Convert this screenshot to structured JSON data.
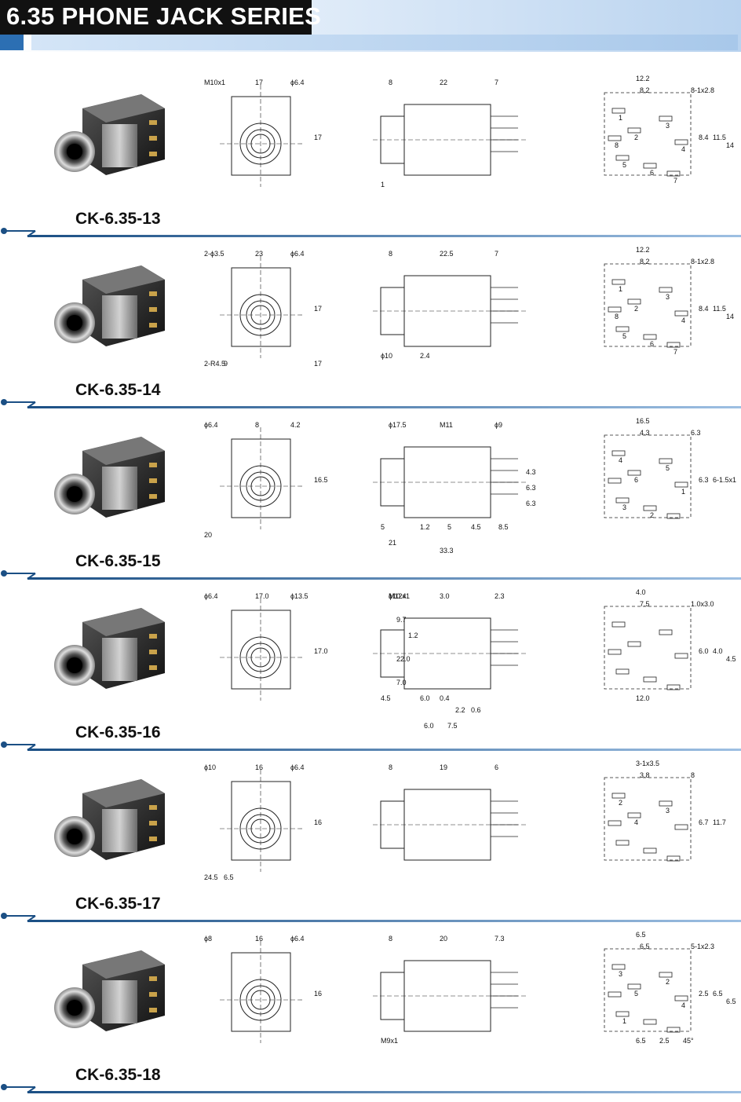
{
  "header": {
    "title": "6.35 PHONE JACK SERIES"
  },
  "sections": [
    {
      "model": "CK-6.35-13",
      "front": [
        "M10x1",
        "17",
        "ϕ6.4",
        "17"
      ],
      "side": [
        "8",
        "22",
        "7",
        "1"
      ],
      "pcb": [
        "12.2",
        "8.2",
        "8-1x2.8",
        "8.4",
        "11.5",
        "14"
      ],
      "pcb_pins": [
        "1",
        "2",
        "3",
        "4",
        "5",
        "6",
        "7",
        "8"
      ]
    },
    {
      "model": "CK-6.35-14",
      "front": [
        "2-ϕ3.5",
        "23",
        "ϕ6.4",
        "17",
        "2-R4.5",
        "9",
        "17"
      ],
      "side": [
        "8",
        "22.5",
        "7",
        "ϕ10",
        "2.4"
      ],
      "pcb": [
        "12.2",
        "8.2",
        "8-1x2.8",
        "8.4",
        "11.5",
        "14"
      ],
      "pcb_pins": [
        "1",
        "2",
        "3",
        "4",
        "5",
        "6",
        "7",
        "8"
      ]
    },
    {
      "model": "CK-6.35-15",
      "front": [
        "ϕ6.4",
        "8",
        "4.2",
        "16.5",
        "20"
      ],
      "side": [
        "ϕ17.5",
        "M11",
        "ϕ9",
        "5",
        "1.2",
        "5",
        "4.5",
        "8.5",
        "4.3",
        "6.3",
        "6.3",
        "21",
        "33.3"
      ],
      "pcb": [
        "16.5",
        "4.3",
        "6.3",
        "6.3",
        "6-1.5x1"
      ],
      "pcb_pins": [
        "4",
        "6",
        "5",
        "1",
        "3",
        "2"
      ]
    },
    {
      "model": "CK-6.35-16",
      "front": [
        "ϕ6.4",
        "17.0",
        "ϕ13.5",
        "17.0"
      ],
      "side": [
        "ϕ10.4",
        "3.0",
        "2.3",
        "4.5",
        "6.0"
      ],
      "side2": [
        "M12x1",
        "9.7",
        "1.2",
        "22.0",
        "7.0",
        "0.4",
        "2.2",
        "0.6",
        "6.0",
        "7.5"
      ],
      "pcb": [
        "4.0",
        "7.5",
        "1.0x3.0",
        "6.0",
        "4.0",
        "4.5",
        "12.0"
      ]
    },
    {
      "model": "CK-6.35-17",
      "front": [
        "ϕ10",
        "16",
        "ϕ6.4",
        "16",
        "24.5",
        "6.5"
      ],
      "side": [
        "8",
        "19",
        "6"
      ],
      "pcb": [
        "3-1x3.5",
        "3.8",
        "8",
        "6.7",
        "11.7"
      ],
      "pcb_pins": [
        "2",
        "4",
        "3"
      ]
    },
    {
      "model": "CK-6.35-18",
      "front": [
        "ϕ8",
        "16",
        "ϕ6.4",
        "16"
      ],
      "side": [
        "8",
        "20",
        "7.3",
        "M9x1"
      ],
      "pcb": [
        "6.5",
        "6.5",
        "5-1x2.3",
        "2.5",
        "6.5",
        "6.5",
        "6.5",
        "2.5",
        "45°"
      ],
      "pcb_pins": [
        "3",
        "5",
        "2",
        "4",
        "1"
      ]
    }
  ]
}
